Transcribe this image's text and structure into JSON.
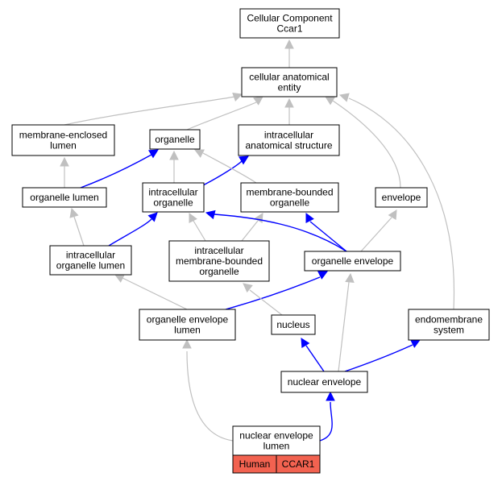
{
  "nodes": [
    {
      "id": "root",
      "lines": [
        "Cellular Component",
        "Ccar1"
      ]
    },
    {
      "id": "cae",
      "lines": [
        "cellular anatomical",
        "entity"
      ]
    },
    {
      "id": "mel",
      "lines": [
        "membrane-enclosed",
        "lumen"
      ]
    },
    {
      "id": "org",
      "lines": [
        "organelle"
      ]
    },
    {
      "id": "ias",
      "lines": [
        "intracellular",
        "anatomical structure"
      ]
    },
    {
      "id": "orgl",
      "lines": [
        "organelle lumen"
      ]
    },
    {
      "id": "io",
      "lines": [
        "intracellular",
        "organelle"
      ]
    },
    {
      "id": "mbo",
      "lines": [
        "membrane-bounded",
        "organelle"
      ]
    },
    {
      "id": "env",
      "lines": [
        "envelope"
      ]
    },
    {
      "id": "iol",
      "lines": [
        "intracellular",
        "organelle lumen"
      ]
    },
    {
      "id": "imbo",
      "lines": [
        "intracellular",
        "membrane-bounded",
        "organelle"
      ]
    },
    {
      "id": "oe",
      "lines": [
        "organelle envelope"
      ]
    },
    {
      "id": "oel",
      "lines": [
        "organelle envelope",
        "lumen"
      ]
    },
    {
      "id": "nuc",
      "lines": [
        "nucleus"
      ]
    },
    {
      "id": "ems",
      "lines": [
        "endomembrane",
        "system"
      ]
    },
    {
      "id": "ne",
      "lines": [
        "nuclear envelope"
      ]
    },
    {
      "id": "nel",
      "lines": [
        "nuclear envelope",
        "lumen"
      ]
    }
  ],
  "edges": [
    {
      "from": "cae",
      "to": "root",
      "kind": "is_a"
    },
    {
      "from": "mel",
      "to": "cae",
      "kind": "is_a"
    },
    {
      "from": "org",
      "to": "cae",
      "kind": "is_a"
    },
    {
      "from": "ias",
      "to": "cae",
      "kind": "is_a"
    },
    {
      "from": "env",
      "to": "cae",
      "kind": "is_a"
    },
    {
      "from": "ems",
      "to": "cae",
      "kind": "is_a"
    },
    {
      "from": "orgl",
      "to": "mel",
      "kind": "is_a"
    },
    {
      "from": "orgl",
      "to": "org",
      "kind": "part_of"
    },
    {
      "from": "io",
      "to": "org",
      "kind": "is_a"
    },
    {
      "from": "io",
      "to": "ias",
      "kind": "part_of"
    },
    {
      "from": "mbo",
      "to": "org",
      "kind": "is_a"
    },
    {
      "from": "iol",
      "to": "orgl",
      "kind": "is_a"
    },
    {
      "from": "iol",
      "to": "io",
      "kind": "part_of"
    },
    {
      "from": "imbo",
      "to": "io",
      "kind": "is_a"
    },
    {
      "from": "imbo",
      "to": "mbo",
      "kind": "is_a"
    },
    {
      "from": "oe",
      "to": "io",
      "kind": "part_of"
    },
    {
      "from": "oe",
      "to": "mbo",
      "kind": "part_of"
    },
    {
      "from": "oe",
      "to": "env",
      "kind": "is_a"
    },
    {
      "from": "oel",
      "to": "iol",
      "kind": "is_a"
    },
    {
      "from": "oel",
      "to": "oe",
      "kind": "part_of"
    },
    {
      "from": "nuc",
      "to": "imbo",
      "kind": "is_a"
    },
    {
      "from": "ne",
      "to": "nuc",
      "kind": "part_of"
    },
    {
      "from": "ne",
      "to": "ems",
      "kind": "part_of"
    },
    {
      "from": "ne",
      "to": "oe",
      "kind": "is_a"
    },
    {
      "from": "nel",
      "to": "oel",
      "kind": "is_a"
    },
    {
      "from": "nel",
      "to": "ne",
      "kind": "part_of"
    }
  ],
  "annotation": {
    "node": "nel",
    "species": "Human",
    "gene": "CCAR1"
  },
  "colors": {
    "is_a": "#c0c0c0",
    "part_of": "#0000ff",
    "tag_fill": "#f26250",
    "node_border": "#000000"
  }
}
